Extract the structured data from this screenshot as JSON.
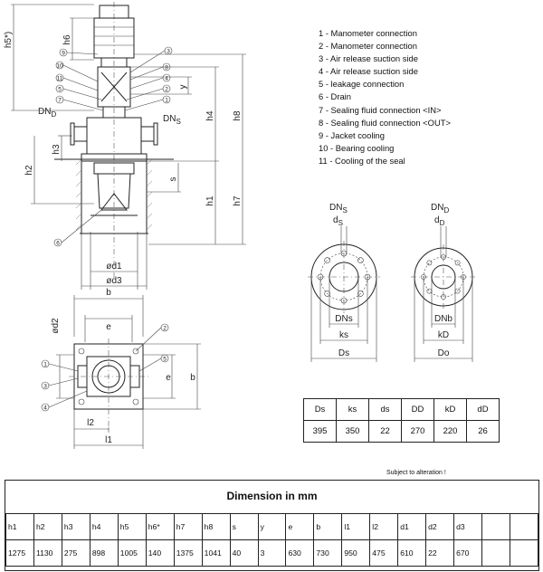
{
  "legend": [
    "1 - Manometer connection",
    "2 - Manometer connection",
    "3 - Air release suction side",
    "4 - Air release suction side",
    "5 - leakage connection",
    "6 - Drain",
    "7 - Sealing fluid connection <IN>",
    "8 - Sealing fluid connection <OUT>",
    "9 - Jacket cooling",
    "10 - Bearing cooling",
    "11 - Cooling of the seal"
  ],
  "side_view": {
    "h5": "h5*)",
    "h6": "h6",
    "y": "y",
    "h4": "h4",
    "h8": "h8",
    "dn_d": "DN",
    "dn_d_sub": "D",
    "dn_s": "DN",
    "dn_s_sub": "S",
    "h3": "h3",
    "h2": "h2",
    "s": "s",
    "h1": "h1",
    "h7": "h7",
    "d1": "ød1",
    "d3": "ød3",
    "callouts": [
      "9",
      "10",
      "11",
      "5",
      "7",
      "6",
      "3",
      "8",
      "4",
      "2",
      "1"
    ]
  },
  "plan_view": {
    "b_top": "b",
    "e_top": "e",
    "d2": "ød2",
    "b_side": "b",
    "e_side": "e",
    "l2": "l2",
    "l1": "l1",
    "callouts": [
      "1",
      "3",
      "4",
      "2",
      "5"
    ]
  },
  "flange_suction": {
    "top_dn": "DN",
    "top_dn_sub": "S",
    "top_d": "d",
    "top_d_sub": "S",
    "inner": "DNs",
    "k": "ks",
    "outer": "Ds"
  },
  "flange_discharge": {
    "top_dn": "DN",
    "top_dn_sub": "D",
    "top_d": "d",
    "top_d_sub": "D",
    "inner": "DNb",
    "k": "kD",
    "outer": "Do"
  },
  "flange_table": {
    "headers": [
      "Ds",
      "ks",
      "ds",
      "DD",
      "kD",
      "dD"
    ],
    "values": [
      "395",
      "350",
      "22",
      "270",
      "220",
      "26"
    ]
  },
  "note": "Subject to alteration !",
  "dimension_table": {
    "title": "Dimension in mm",
    "headers": [
      "h1",
      "h2",
      "h3",
      "h4",
      "h5",
      "h6*",
      "h7",
      "h8",
      "s",
      "y",
      "e",
      "b",
      "l1",
      "l2",
      "d1",
      "d2",
      "d3",
      "",
      ""
    ],
    "values": [
      "1275",
      "1130",
      "275",
      "898",
      "1005",
      "140",
      "1375",
      "1041",
      "40",
      "3",
      "630",
      "730",
      "950",
      "475",
      "610",
      "22",
      "670",
      "",
      ""
    ]
  }
}
